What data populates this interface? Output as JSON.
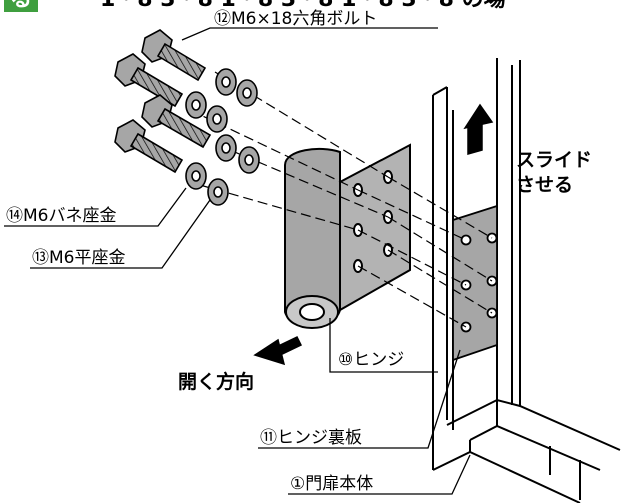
{
  "header": {
    "badge": "る",
    "partial_title": "1・8 3・8 1・8 3・8 1・8 3・8 の場"
  },
  "labels": {
    "bolt": "⑫M6×18六角ボルト",
    "spring_washer": "⑭M6バネ座金",
    "flat_washer": "⑬M6平座金",
    "hinge": "⑩ヒンジ",
    "hinge_backplate": "⑪ヒンジ裏板",
    "gate_body": "①門扉本体",
    "slide_line1": "スライド",
    "slide_line2": "させる",
    "open_direction": "開く方向"
  },
  "colors": {
    "ink": "#000000",
    "part_gray": "#a6a6a6",
    "dark_gray": "#6e6e6e",
    "light_gray": "#d0d0d0",
    "badge_green": "#3f9f3f"
  }
}
